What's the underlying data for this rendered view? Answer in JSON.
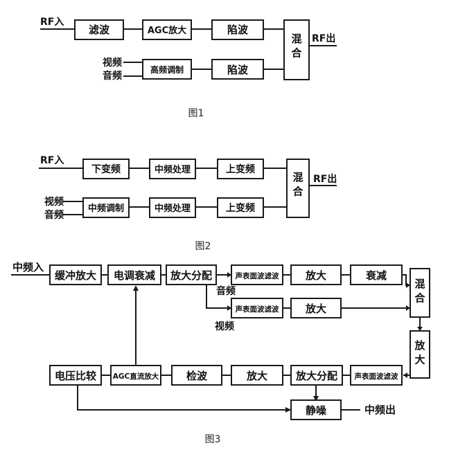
{
  "figure1": {
    "caption": "图1",
    "rf_in": "RF入",
    "rf_out": "RF出",
    "video": "视频",
    "audio": "音频",
    "filter": "滤波",
    "agc_amp": "AGC放大",
    "trap_top": "陷波",
    "hf_mod": "高频调制",
    "trap_bottom": "陷波",
    "mixer": "混合"
  },
  "figure2": {
    "caption": "图2",
    "rf_in": "RF入",
    "rf_out": "RF出",
    "video": "视频",
    "audio": "音频",
    "downconv": "下变频",
    "if_proc_top": "中频处理",
    "upconv_top": "上变频",
    "if_mod": "中频调制",
    "if_proc_bottom": "中频处理",
    "upconv_bottom": "上变频",
    "mixer": "混合"
  },
  "figure3": {
    "caption": "图3",
    "if_in": "中频入",
    "if_out": "中频出",
    "audio": "音频",
    "video": "视频",
    "buffer_amp": "缓冲放大",
    "ev_atten": "电调衰减",
    "amp_split_top": "放大分配",
    "saw_audio": "声表面波滤波",
    "amp_audio": "放大",
    "attenuate": "衰减",
    "saw_video": "声表面波滤波",
    "amp_video": "放大",
    "mixer": "混合",
    "amp_right": "放大",
    "saw_bottom": "声表面波滤波",
    "amp_split_bottom": "放大分配",
    "amp_bottom": "放大",
    "detect": "检波",
    "agc_dc_amp": "AGC直流放大",
    "volt_compare": "电压比较",
    "squelch": "静噪"
  }
}
